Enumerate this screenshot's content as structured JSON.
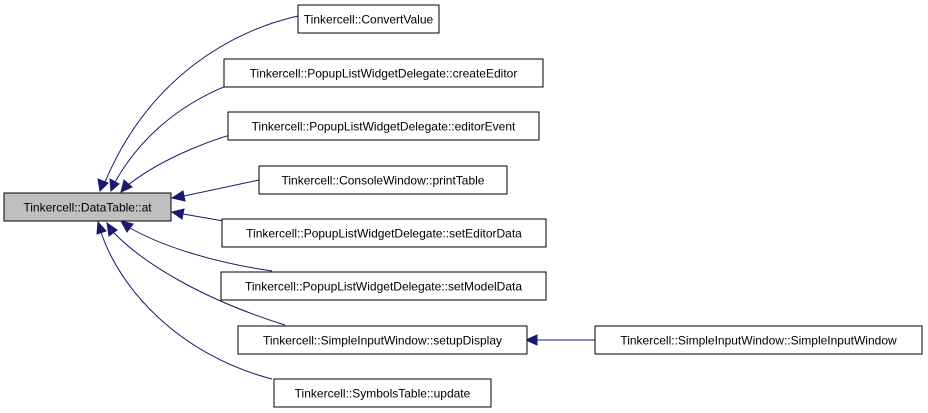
{
  "colors": {
    "edge": "#191970",
    "focus_fill": "#bfbfbf",
    "node_fill": "#ffffff",
    "node_stroke": "#000000"
  },
  "nodes": {
    "at": "Tinkercell::DataTable::at",
    "convert_value": "Tinkercell::ConvertValue",
    "create_editor": "Tinkercell::PopupListWidgetDelegate::createEditor",
    "editor_event": "Tinkercell::PopupListWidgetDelegate::editorEvent",
    "print_table": "Tinkercell::ConsoleWindow::printTable",
    "set_editor_data": "Tinkercell::PopupListWidgetDelegate::setEditorData",
    "set_model_data": "Tinkercell::PopupListWidgetDelegate::setModelData",
    "setup_display": "Tinkercell::SimpleInputWindow::setupDisplay",
    "update": "Tinkercell::SymbolsTable::update",
    "simple_input_window": "Tinkercell::SimpleInputWindow::SimpleInputWindow"
  },
  "edges": [
    {
      "from": "convert_value",
      "to": "at"
    },
    {
      "from": "create_editor",
      "to": "at"
    },
    {
      "from": "editor_event",
      "to": "at"
    },
    {
      "from": "print_table",
      "to": "at"
    },
    {
      "from": "set_editor_data",
      "to": "at"
    },
    {
      "from": "set_model_data",
      "to": "at"
    },
    {
      "from": "setup_display",
      "to": "at"
    },
    {
      "from": "update",
      "to": "at"
    },
    {
      "from": "simple_input_window",
      "to": "setup_display"
    }
  ]
}
